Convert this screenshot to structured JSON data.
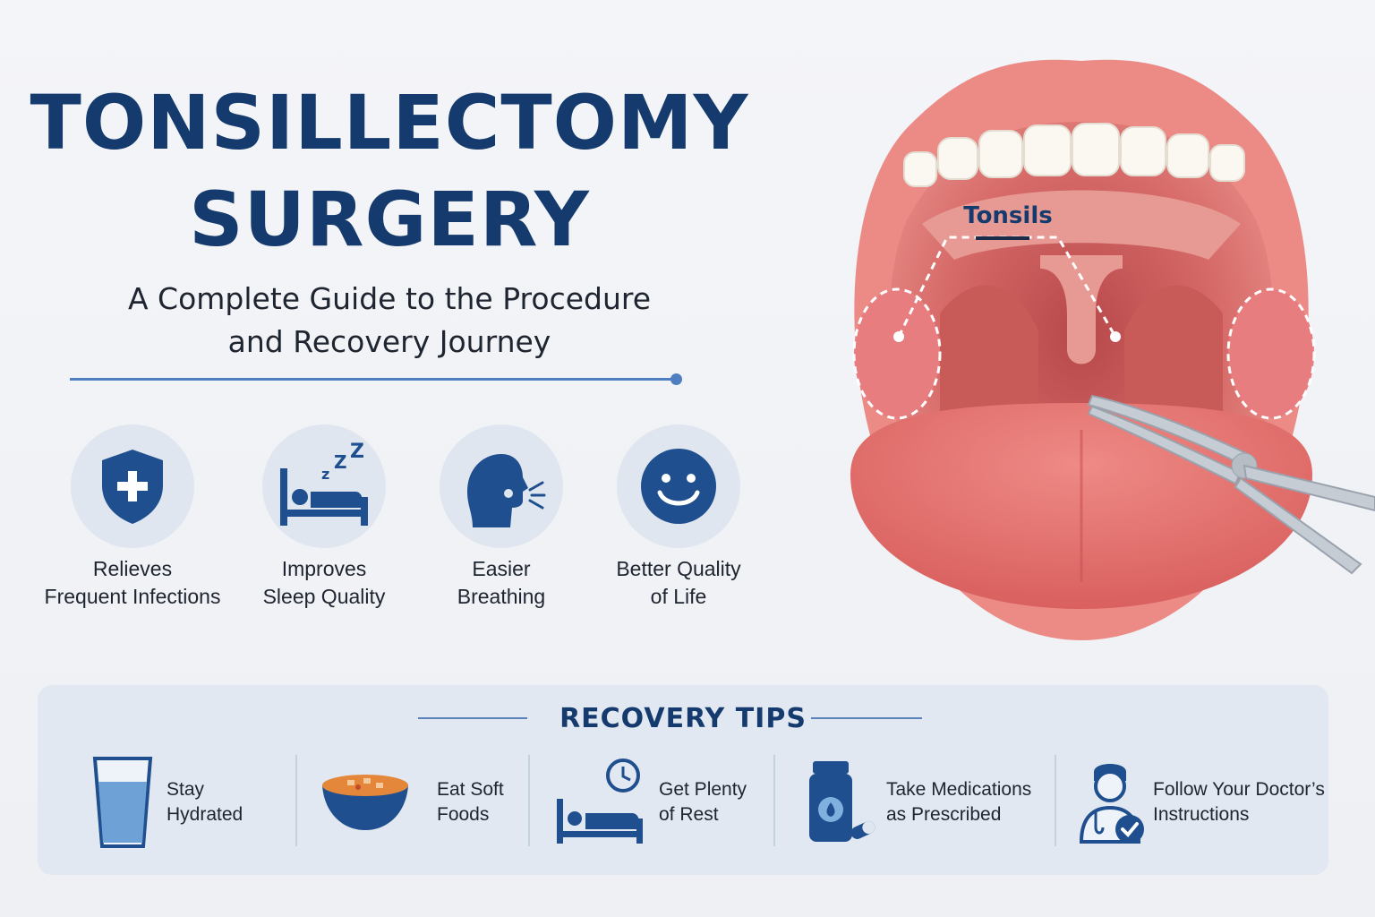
{
  "header": {
    "title_line1": "TONSILLECTOMY",
    "title_line2": "SURGERY",
    "subtitle_line1": "A Complete Guide to the Procedure",
    "subtitle_line2": "and Recovery Journey"
  },
  "benefits": [
    {
      "line1": "Relieves",
      "line2": "Frequent Infections",
      "icon": "shield-plus-icon"
    },
    {
      "line1": "Improves",
      "line2": "Sleep Quality",
      "icon": "sleeping-bed-icon"
    },
    {
      "line1": "Easier",
      "line2": "Breathing",
      "icon": "head-breathing-icon"
    },
    {
      "line1": "Better Quality",
      "line2": "of Life",
      "icon": "smiley-face-icon"
    }
  ],
  "illustration": {
    "tonsils_label": "Tonsils"
  },
  "recovery": {
    "title": "RECOVERY TIPS",
    "tips": [
      {
        "line1": "Stay",
        "line2": "Hydrated",
        "icon": "water-glass-icon"
      },
      {
        "line1": "Eat Soft",
        "line2": "Foods",
        "icon": "soup-bowl-icon"
      },
      {
        "line1": "Get Plenty",
        "line2": "of Rest",
        "icon": "bed-clock-icon"
      },
      {
        "line1": "Take Medications",
        "line2": "as Prescribed",
        "icon": "medicine-bottle-icon"
      },
      {
        "line1": "Follow Your Doctor’s",
        "line2": "Instructions",
        "icon": "doctor-check-icon"
      }
    ]
  },
  "colors": {
    "navy": "#143a6e",
    "icon_blue": "#1f4f8f",
    "accent_line": "#4f7fbf",
    "panel": "#e1e8f1",
    "lip_pink": "#ec8a86",
    "tongue": "#e26e6c"
  }
}
